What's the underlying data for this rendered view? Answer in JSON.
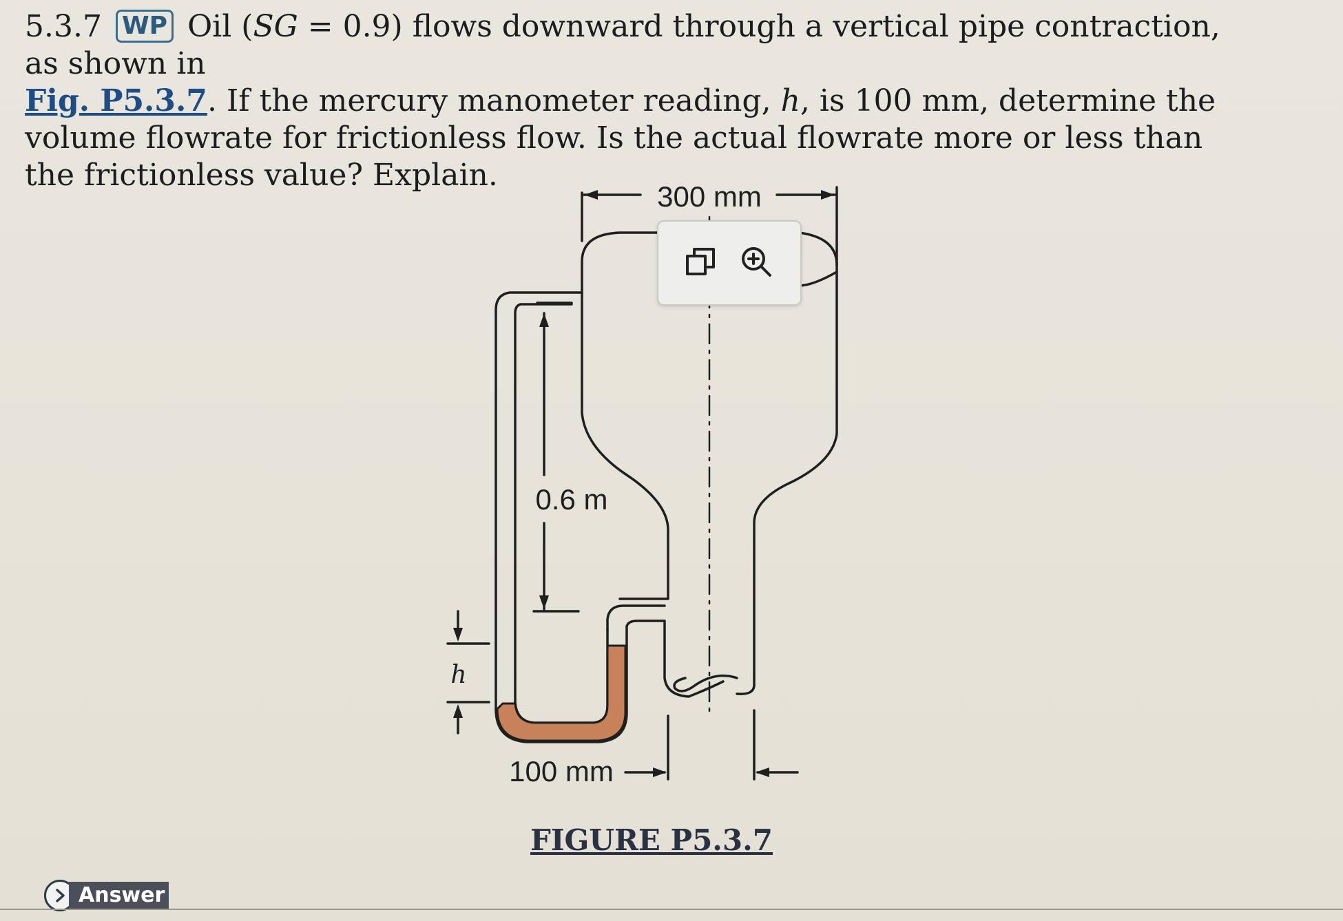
{
  "problem": {
    "number": "5.3.7",
    "badge": "WP",
    "text_part1": "Oil (",
    "sg_symbol": "SG",
    "text_part2": " = 0.9) flows downward through a vertical pipe contraction, as shown in ",
    "figure_link": "Fig. P5.3.7",
    "text_part3": ". If the mercury manometer reading, ",
    "h_symbol": "h",
    "text_part4": ", is 100 mm, determine the volume flowrate for frictionless flow. Is the actual flowrate more or less than the frictionless value? Explain."
  },
  "figure": {
    "label_top_width": "300 mm",
    "label_height": "0.6 m",
    "label_h": "h",
    "label_bottom_width": "100 mm",
    "caption": "FIGURE P5.3.7",
    "mercury_color": "#c8825a"
  },
  "toolbar": {
    "icons": [
      "expand-icon",
      "zoom-in-icon"
    ]
  },
  "answer": {
    "label": "Answer"
  }
}
